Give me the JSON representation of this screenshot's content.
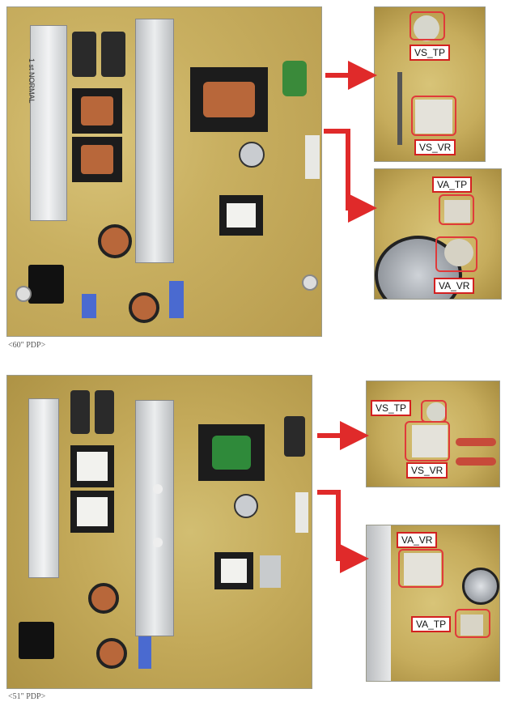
{
  "captions": {
    "top": "<60\" PDP>",
    "bottom": "<51\" PDP>"
  },
  "labels": {
    "vs_tp_1": "VS_TP",
    "vs_vr_1": "VS_VR",
    "va_tp_1": "VA_TP",
    "va_vr_1": "VA_VR",
    "vs_tp_2": "VS_TP",
    "vs_vr_2": "VS_VR",
    "va_vr_2": "VA_VR",
    "va_tp_2": "VA_TP"
  },
  "board_sticker": "1 st NORMAL",
  "colors": {
    "arrow": "#e02a2a",
    "ring": "#e03a3a",
    "pcb": "#c9b061"
  }
}
